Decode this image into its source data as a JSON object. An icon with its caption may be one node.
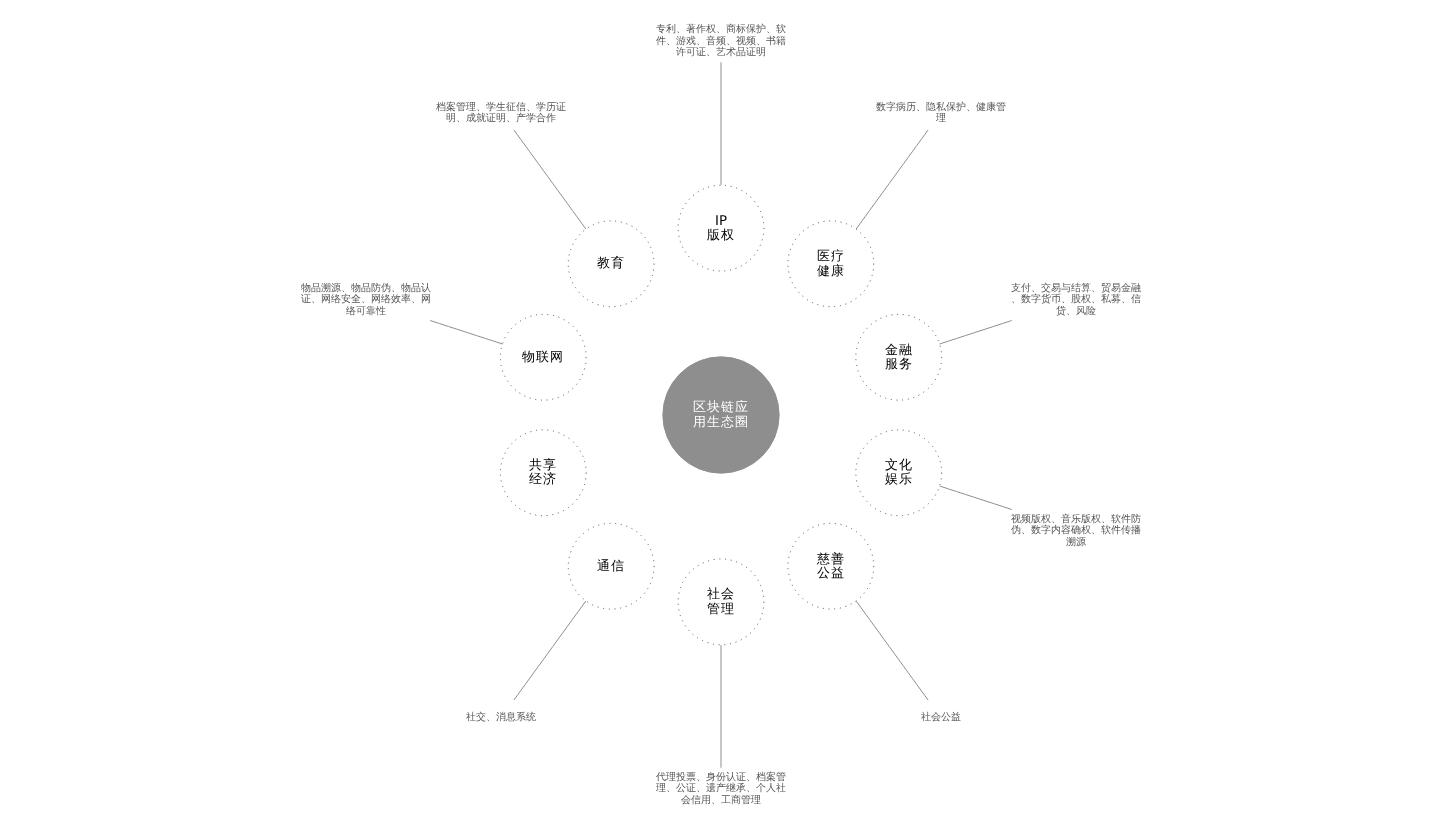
{
  "diagram": {
    "nodes": [
      {
        "text": [
          "区块链应用生态圈"
        ]
      },
      {
        "text": [
          "金融服务"
        ]
      },
      {
        "text": [
          "医疗健康"
        ]
      },
      {
        "text": [
          "IP版权"
        ]
      },
      {
        "text": [
          "教育"
        ]
      },
      {
        "text": [
          "物联网"
        ]
      },
      {
        "text": [
          "共享经济"
        ]
      },
      {
        "text": [
          "通信"
        ]
      },
      {
        "text": [
          "社会管理"
        ]
      },
      {
        "text": [
          "慈善公益"
        ]
      },
      {
        "text": [
          "文化娱乐"
        ]
      },
      {
        "text": [
          "支付、交易与结算、贸易金融、数字货币、股权、私募、信贷、风险"
        ]
      },
      {
        "text": [
          "数字病历、隐私保护、健康管理"
        ]
      },
      {
        "text": [
          "专利、著作权、商标保护、软件、游戏、音频、视频、书籍许可证、艺术品证明"
        ]
      },
      {
        "text": [
          "档案管理、学生征信、学历证明、成就证明、产学合作"
        ]
      },
      {
        "text": [
          "物品溯源、物品防伪、物品认证、网络安全、网络效率、网络可靠性"
        ]
      },
      {
        "text": [
          "社交、消息系统"
        ]
      },
      {
        "text": [
          "代理投票、身份认证、档案管理、公证、遗产继承、个人社会信用、工商管理"
        ]
      },
      {
        "text": [
          "社会公益"
        ]
      },
      {
        "text": [
          "视频版权、音乐版权、软件防伪、数字内容确权、软件传播溯源"
        ]
      }
    ],
    "edges": [
      {
        "from": 11,
        "to": 1,
        "arrow": "none"
      },
      {
        "from": 12,
        "to": 2,
        "arrow": "none"
      },
      {
        "from": 13,
        "to": 3,
        "arrow": "none"
      },
      {
        "from": 14,
        "to": 4,
        "arrow": "none"
      },
      {
        "from": 15,
        "to": 5,
        "arrow": "none"
      },
      {
        "from": 16,
        "to": 7,
        "arrow": "none"
      },
      {
        "from": 17,
        "to": 8,
        "arrow": "none"
      },
      {
        "from": 18,
        "to": 9,
        "arrow": "none"
      },
      {
        "from": 19,
        "to": 10,
        "arrow": "none"
      }
    ]
  }
}
